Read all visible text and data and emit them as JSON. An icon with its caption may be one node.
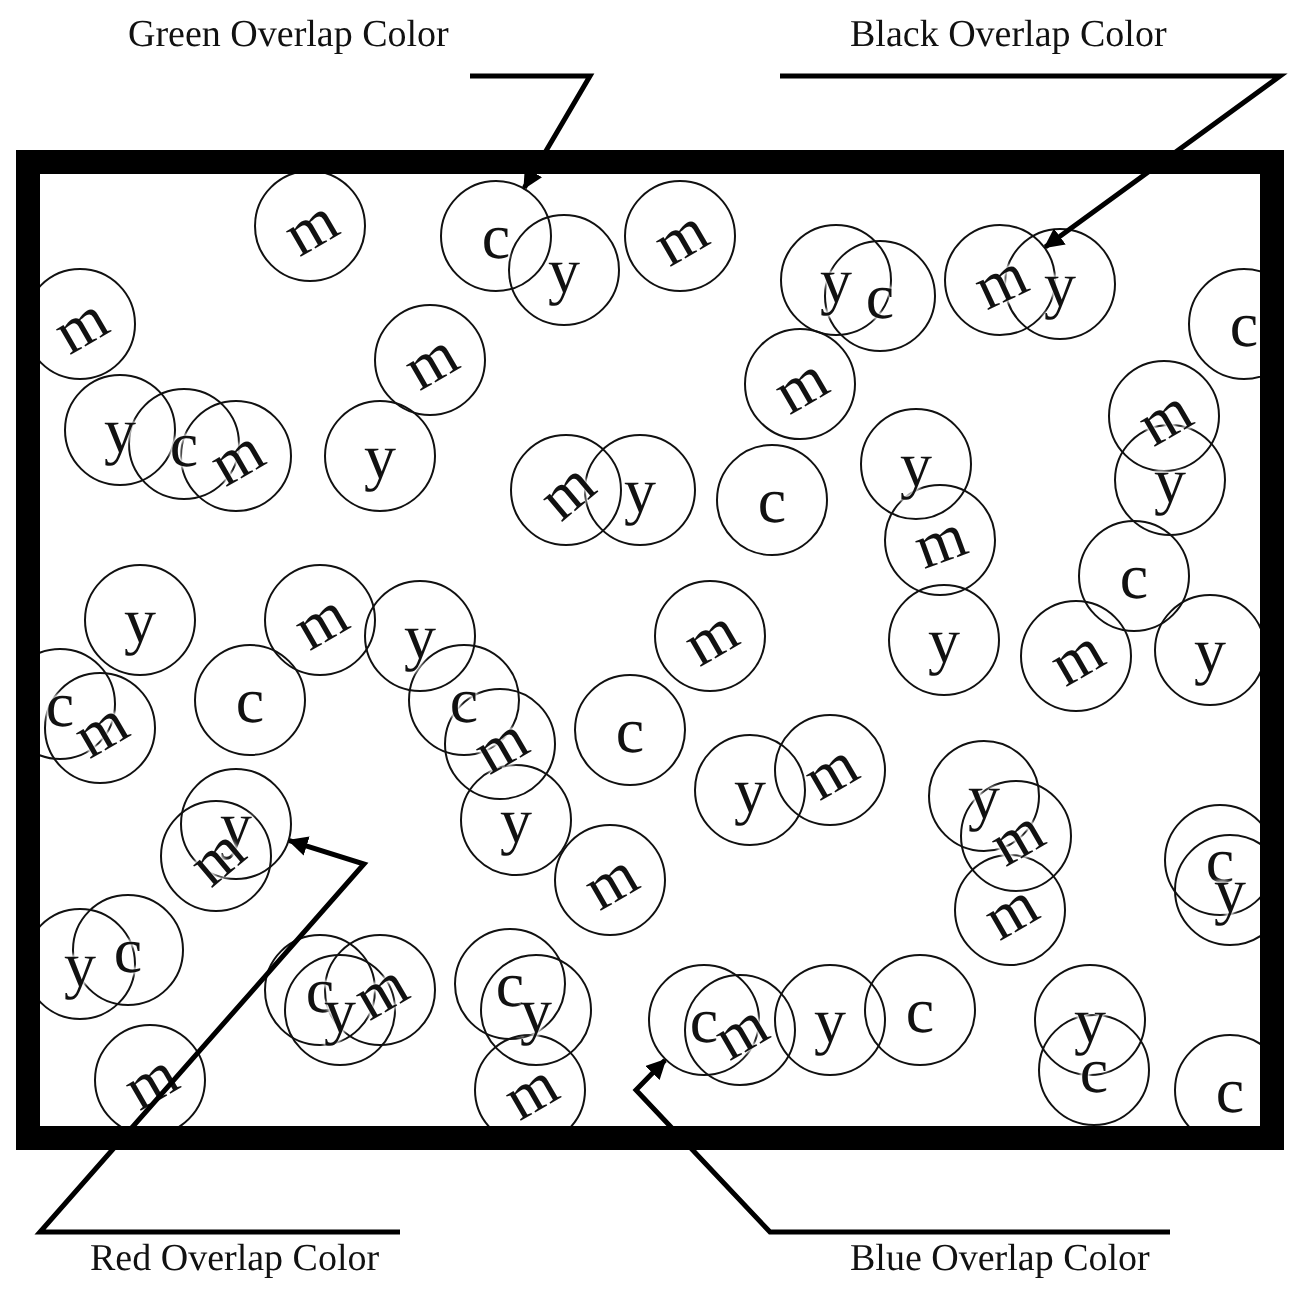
{
  "diagram": {
    "nodes": [
      {
        "text": [
          "Green Overlap Color"
        ]
      },
      {
        "text": [
          "Black Overlap Color"
        ]
      },
      {
        "text": [],
        "shape": "box"
      },
      {
        "text": [
          "m"
        ],
        "in": 2
      },
      {
        "text": [
          "c"
        ],
        "in": 2
      },
      {
        "text": [
          "y"
        ],
        "in": 2
      },
      {
        "text": [
          "m"
        ],
        "in": 2
      },
      {
        "text": [
          "y"
        ],
        "in": 2
      },
      {
        "text": [
          "c"
        ],
        "in": 2
      },
      {
        "text": [
          "m"
        ],
        "in": 2
      },
      {
        "text": [
          "y"
        ],
        "in": 2
      },
      {
        "text": [
          "c"
        ],
        "in": 2
      },
      {
        "text": [
          "m"
        ],
        "in": 2
      },
      {
        "text": [
          "m"
        ],
        "in": 2
      },
      {
        "text": [
          "m"
        ],
        "in": 2
      },
      {
        "text": [
          "y"
        ],
        "in": 2
      },
      {
        "text": [
          "c"
        ],
        "in": 2
      },
      {
        "text": [
          "m"
        ],
        "in": 2
      },
      {
        "text": [
          "y"
        ],
        "in": 2
      },
      {
        "text": [
          "m"
        ],
        "in": 2
      },
      {
        "text": [
          "y"
        ],
        "in": 2
      },
      {
        "text": [
          "y"
        ],
        "in": 2
      },
      {
        "text": [
          "m"
        ],
        "in": 2
      },
      {
        "text": [
          "m"
        ],
        "in": 2
      },
      {
        "text": [
          "y"
        ],
        "in": 2
      },
      {
        "text": [
          "c"
        ],
        "in": 2
      },
      {
        "text": [
          "c"
        ],
        "in": 2
      },
      {
        "text": [
          "y"
        ],
        "in": 2
      },
      {
        "text": [
          "m"
        ],
        "in": 2
      },
      {
        "text": [
          "y"
        ],
        "in": 2
      },
      {
        "text": [
          "m"
        ],
        "in": 2
      },
      {
        "text": [
          "y"
        ],
        "in": 2
      },
      {
        "text": [
          "m"
        ],
        "in": 2
      },
      {
        "text": [
          "y"
        ],
        "in": 2
      },
      {
        "text": [
          "m"
        ],
        "in": 2
      },
      {
        "text": [
          "c"
        ],
        "in": 2
      },
      {
        "text": [
          "c"
        ],
        "in": 2
      },
      {
        "text": [
          "c"
        ],
        "in": 2
      },
      {
        "text": [
          "m"
        ],
        "in": 2
      },
      {
        "text": [
          "y"
        ],
        "in": 2
      },
      {
        "text": [
          "c"
        ],
        "in": 2
      },
      {
        "text": [
          "y"
        ],
        "in": 2
      },
      {
        "text": [
          "m"
        ],
        "in": 2
      },
      {
        "text": [
          "y"
        ],
        "in": 2
      },
      {
        "text": [
          "m"
        ],
        "in": 2
      },
      {
        "text": [
          "m"
        ],
        "in": 2
      },
      {
        "text": [
          "c"
        ],
        "in": 2
      },
      {
        "text": [
          "y"
        ],
        "in": 2
      },
      {
        "text": [
          "y"
        ],
        "in": 2
      },
      {
        "text": [
          "m"
        ],
        "in": 2
      },
      {
        "text": [
          "m"
        ],
        "in": 2
      },
      {
        "text": [
          "c"
        ],
        "in": 2
      },
      {
        "text": [
          "y"
        ],
        "in": 2
      },
      {
        "text": [
          "c"
        ],
        "in": 2
      },
      {
        "text": [
          "y"
        ],
        "in": 2
      },
      {
        "text": [
          "m"
        ],
        "in": 2
      },
      {
        "text": [
          "c"
        ],
        "in": 2
      },
      {
        "text": [
          "y"
        ],
        "in": 2
      },
      {
        "text": [
          "c"
        ],
        "in": 2
      },
      {
        "text": [
          "m"
        ],
        "in": 2
      },
      {
        "text": [
          "y"
        ],
        "in": 2
      },
      {
        "text": [
          "c"
        ],
        "in": 2
      },
      {
        "text": [
          "y"
        ],
        "in": 2
      },
      {
        "text": [
          "c"
        ],
        "in": 2
      },
      {
        "text": [
          "c"
        ],
        "in": 2
      },
      {
        "text": [
          "m"
        ],
        "in": 2
      },
      {
        "text": [
          "m"
        ],
        "in": 2
      },
      {
        "text": [
          "Red Overlap Color"
        ]
      },
      {
        "text": [
          "Blue Overlap Color"
        ]
      }
    ],
    "edges": [
      {
        "from": 0,
        "to": 4,
        "arrow": "to"
      },
      {
        "from": 1,
        "to": 9,
        "arrow": "to"
      },
      {
        "from": 67,
        "to": 48,
        "arrow": "to"
      },
      {
        "from": 68,
        "to": 58,
        "arrow": "to"
      }
    ]
  }
}
